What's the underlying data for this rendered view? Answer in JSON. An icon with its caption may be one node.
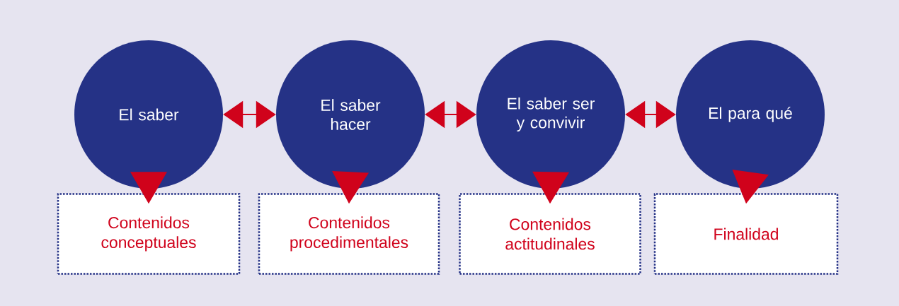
{
  "diagram": {
    "nodes": [
      {
        "text": [
          "El saber"
        ]
      },
      {
        "text": [
          "El saber hacer"
        ]
      },
      {
        "text": [
          "El saber ser y convivir"
        ]
      },
      {
        "text": [
          "El para qué"
        ]
      },
      {
        "text": [
          "Contenidos conceptuales"
        ]
      },
      {
        "text": [
          "Contenidos procedimentales"
        ]
      },
      {
        "text": [
          "Contenidos actitudinales"
        ]
      },
      {
        "text": [
          "Finalidad"
        ]
      }
    ],
    "edges": [
      {
        "from": 0,
        "to": 1,
        "arrow": "both"
      },
      {
        "from": 1,
        "to": 2,
        "arrow": "both"
      },
      {
        "from": 2,
        "to": 3,
        "arrow": "both"
      },
      {
        "from": 0,
        "to": 4,
        "arrow": "to"
      },
      {
        "from": 1,
        "to": 5,
        "arrow": "to"
      },
      {
        "from": 2,
        "to": 6,
        "arrow": "to"
      },
      {
        "from": 3,
        "to": 7,
        "arrow": "to"
      }
    ]
  }
}
